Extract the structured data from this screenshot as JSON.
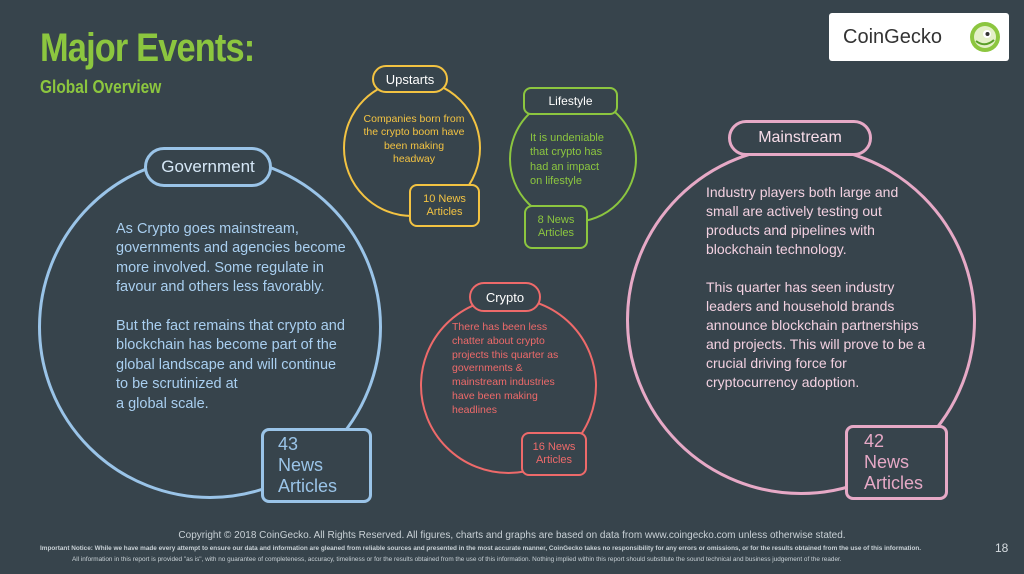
{
  "header": {
    "title": "Major Events:",
    "subtitle": "Global Overview"
  },
  "logo": {
    "text": "CoinGecko",
    "icon": "gecko-icon"
  },
  "bubbles": {
    "government": {
      "label": "Government",
      "text": "As Crypto goes mainstream, governments and agencies become more involved. Some regulate in favour and others less favorably.\n\nBut the fact remains that crypto and blockchain has become part of the global landscape and will continue to be scrutinized at\na global scale.",
      "count": "43\nNews\nArticles",
      "color": "#9ac4e8"
    },
    "upstarts": {
      "label": "Upstarts",
      "text": "Companies born from the crypto boom have been making headway",
      "count": "10 News\nArticles",
      "color": "#f3c342"
    },
    "lifestyle": {
      "label": "Lifestyle",
      "text": "It is undeniable that crypto has had an impact on lifestyle",
      "count": "8 News\nArticles",
      "color": "#8cc63f"
    },
    "crypto": {
      "label": "Crypto",
      "text": "There has been less chatter about crypto projects this quarter as governments & mainstream industries have been making headlines",
      "count": "16 News\nArticles",
      "color": "#ee6a6a"
    },
    "mainstream": {
      "label": "Mainstream",
      "text": "Industry players both large and small are actively testing out products and pipelines with blockchain technology.\n\nThis quarter has seen industry leaders and household brands announce blockchain partnerships and projects. This will prove to be a crucial driving force for cryptocurrency adoption.",
      "count": "42\nNews\nArticles",
      "color": "#e6a9c6"
    }
  },
  "footer": {
    "copyright": "Copyright © 2018 CoinGecko. All Rights Reserved. All figures, charts and graphs are based on data from www.coingecko.com unless otherwise stated.",
    "notice1": "Important Notice: While we have made every attempt to ensure our data and information are gleaned from reliable sources and presented in the most accurate manner, CoinGecko takes no responsibility for any errors or omissions, or for the results obtained from the use of this information.",
    "notice2": "All information in this report is provided \"as is\", with no guarantee of completeness, accuracy, timeliness or for the results obtained from the use of this information. Nothing implied within this report should substitute the sound technical and business judgement of the reader.",
    "page_number": "18"
  }
}
